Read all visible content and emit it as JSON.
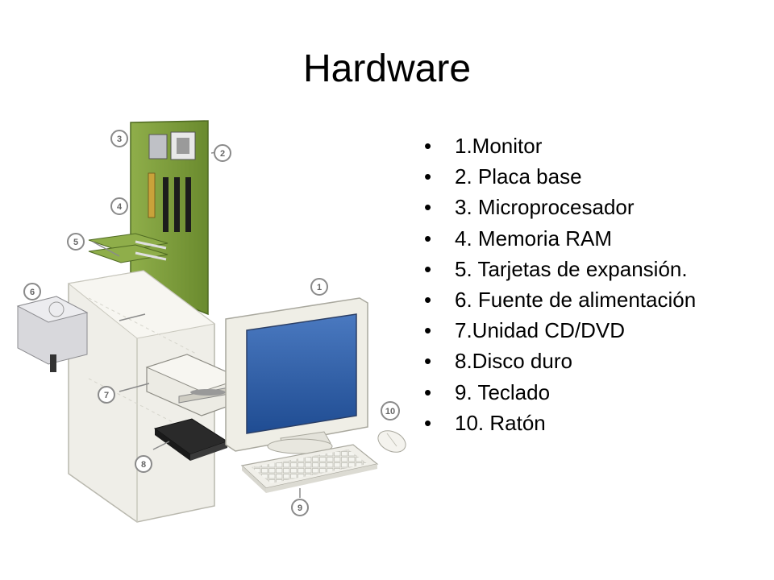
{
  "slide": {
    "title": "Hardware"
  },
  "components": [
    "1.Monitor",
    "2. Placa base",
    "3. Microprocesador",
    "4. Memoria RAM",
    "5. Tarjetas de expansión.",
    "6. Fuente de alimentación",
    "7.Unidad CD/DVD",
    "8.Disco duro",
    "9. Teclado",
    "10. Ratón"
  ],
  "callouts": {
    "monitor": "1",
    "motherboard": "2",
    "cpu": "3",
    "ram": "4",
    "cards": "5",
    "psu": "6",
    "optical": "7",
    "hdd": "8",
    "keyboard": "9",
    "mouse": "10"
  },
  "colors": {
    "motherboard": "#7a9a3a",
    "screen": "#2f5fa8",
    "case": "#ecebe4"
  }
}
